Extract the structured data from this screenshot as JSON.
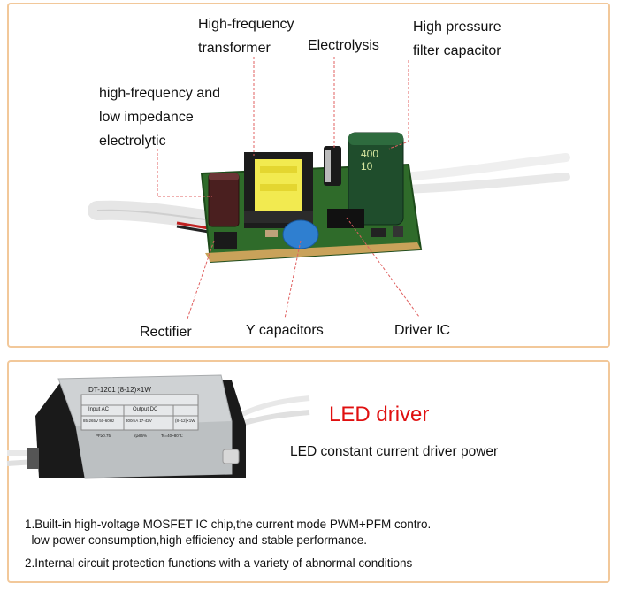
{
  "top_panel": {
    "labels": {
      "transformer": "High-frequency\ntransformer",
      "electrolysis": "Electrolysis",
      "filter_capacitor": "High pressure\nfilter capacitor",
      "low_impedance": "high-frequency and\nlow impedance\nelectrolytic",
      "rectifier": "Rectifier",
      "y_capacitors": "Y capacitors",
      "driver_ic": "Driver IC"
    },
    "board_markings": {
      "cap_value": "400",
      "cap_value2": "10"
    }
  },
  "bottom_panel": {
    "title": "LED driver",
    "subtitle": "LED constant current driver power",
    "product_label": {
      "model": "DT-1201  (8-12)×1W",
      "input_header": "Input AC",
      "output_header": "Output DC",
      "input_spec": "85-265V 50-60Hz",
      "current_spec": "300mA  17-42V",
      "led_spec": "(8~12)×1W",
      "pf": "PF≥0.75",
      "efficiency": "η≥86%",
      "temp": "Tc=40~80℃"
    },
    "bullets": [
      "1.Built-in high-voltage MOSFET IC chip,the current mode PWM+PFM contro.\n  low power consumption,high efficiency and stable performance.",
      "2.Internal circuit protection functions with a variety of abnormal conditions"
    ]
  },
  "colors": {
    "panel_border": "#f2c89a",
    "title_red": "#e01010",
    "leader_line": "#e06060",
    "pcb_green": "#2f6b2a"
  }
}
